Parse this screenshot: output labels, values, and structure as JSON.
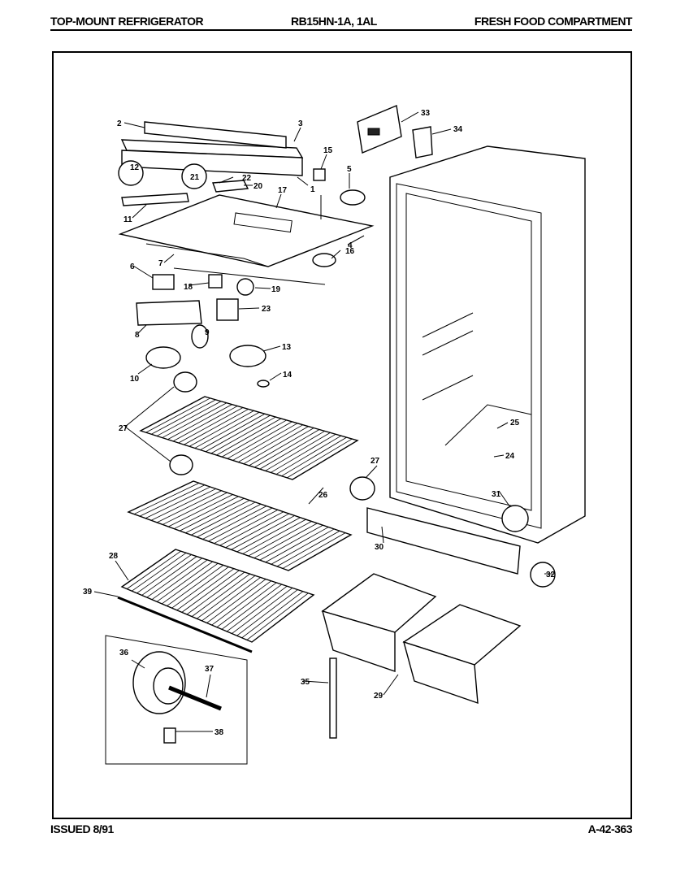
{
  "header": {
    "left": "TOP-MOUNT REFRIGERATOR",
    "model": "RB15HN-1A, 1AL",
    "right": "FRESH FOOD COMPARTMENT"
  },
  "footer": {
    "issued": "ISSUED 8/91",
    "code": "A-42-363"
  },
  "callouts": [
    "1",
    "2",
    "3",
    "4",
    "5",
    "6",
    "7",
    "8",
    "9",
    "10",
    "11",
    "12",
    "13",
    "14",
    "15",
    "16",
    "17",
    "18",
    "19",
    "20",
    "21",
    "22",
    "23",
    "24",
    "25",
    "26",
    "27",
    "28",
    "29",
    "30",
    "31",
    "32",
    "33",
    "34",
    "35",
    "36",
    "37",
    "38",
    "39"
  ]
}
